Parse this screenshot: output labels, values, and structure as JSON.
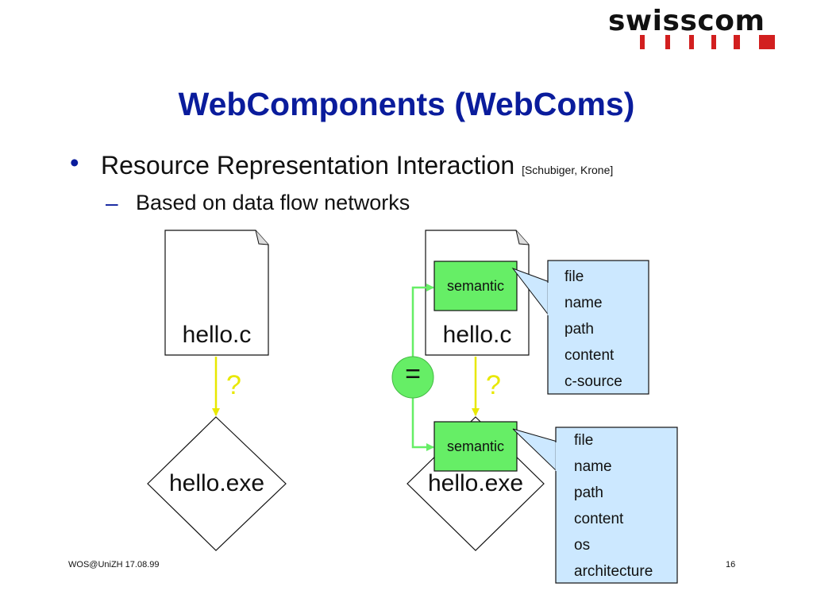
{
  "logo": {
    "text": "swisscom"
  },
  "title": "WebComponents (WebComs)",
  "bullet": {
    "text": "Resource Representation Interaction",
    "citation": "[Schubiger, Krone]",
    "sub": "Based on data flow networks"
  },
  "left_diagram": {
    "source_label": "hello.c",
    "target_label": "hello.exe",
    "arrow_label": "?"
  },
  "right_diagram": {
    "source_label": "hello.c",
    "target_label": "hello.exe",
    "arrow_label": "?",
    "equals": "=",
    "semantic_top": "semantic",
    "semantic_bottom": "semantic",
    "info_top": [
      "file",
      "name",
      "path",
      "content",
      "c-source"
    ],
    "info_bottom": [
      "file",
      "name",
      "path",
      "content",
      "os",
      "architecture"
    ]
  },
  "footer": {
    "left": "WOS@UniZH 17.08.99",
    "page": "16"
  },
  "colors": {
    "title": "#0a1c9c",
    "semantic_fill": "#66ee66",
    "info_fill": "#cce8ff",
    "connector": "#66ee66",
    "question": "#e8e800",
    "logo_accent": "#d21f1f"
  }
}
